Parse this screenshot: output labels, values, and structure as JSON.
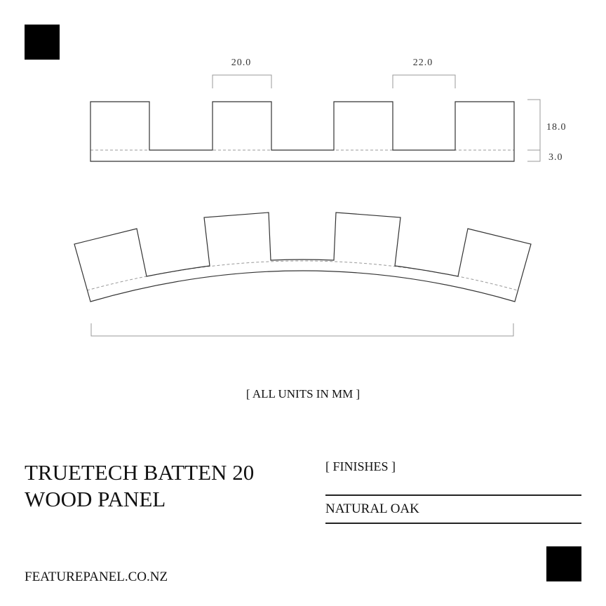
{
  "diagram": {
    "dim_groove_width": "20.0",
    "dim_batten_width": "22.0",
    "dim_batten_height": "18.0",
    "dim_base_thickness": "3.0"
  },
  "units_note": "[  ALL UNITS IN MM  ]",
  "product_title": "TRUETECH BATTEN 20 WOOD PANEL",
  "finishes": {
    "heading": "[  FINISHES  ]",
    "items": [
      "NATURAL OAK"
    ]
  },
  "website": "FEATUREPANEL.CO.NZ"
}
